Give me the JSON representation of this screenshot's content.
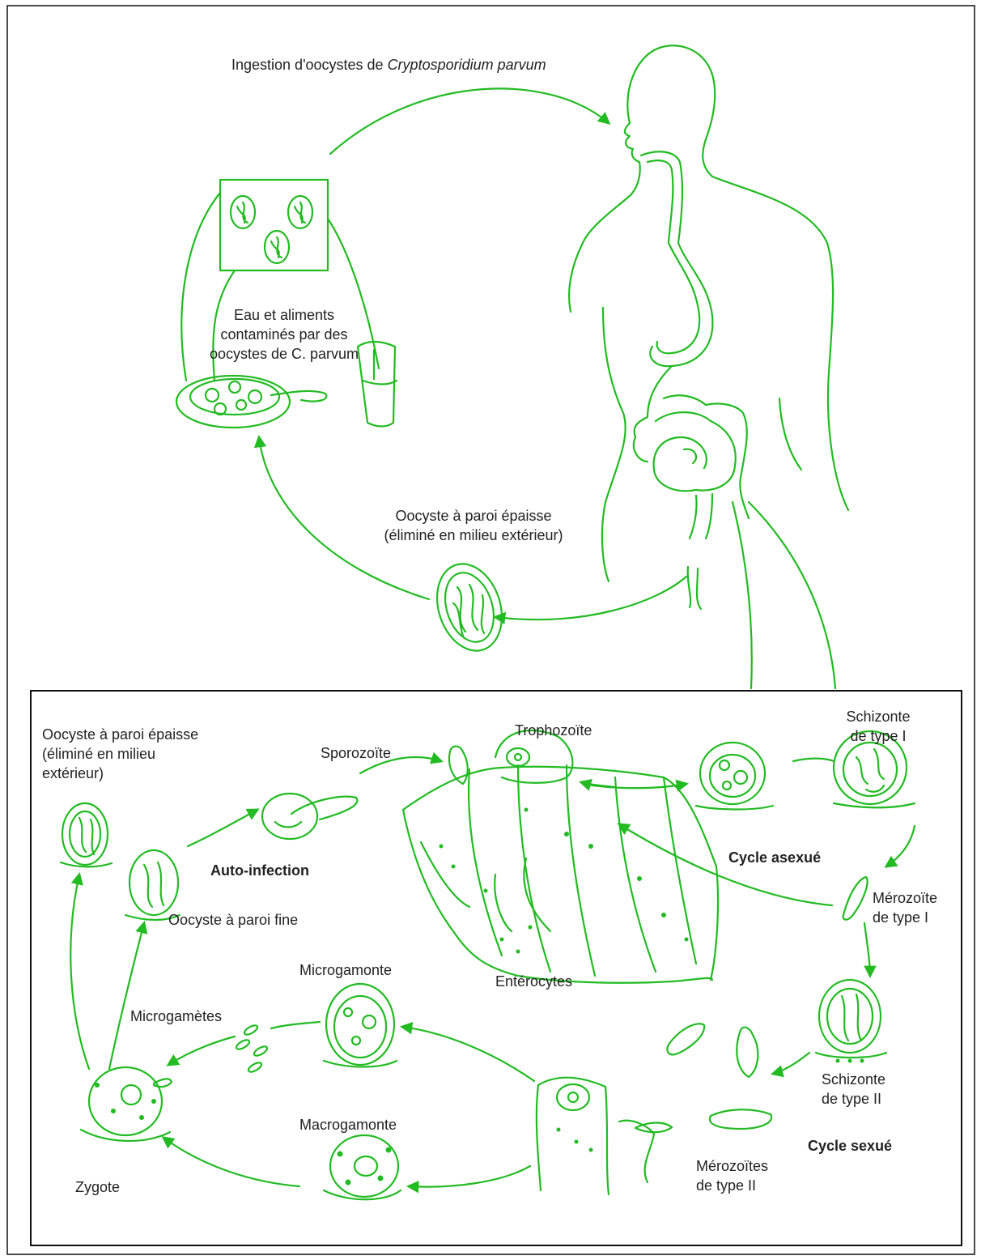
{
  "colors": {
    "line": "#22bb22",
    "text": "#222222",
    "frame": "#111111",
    "background": "#ffffff"
  },
  "top": {
    "ingestion_prefix": "Ingestion d'oocystes de ",
    "ingestion_species": "Cryptosporidium parvum",
    "contamination": [
      "Eau et aliments",
      "contaminés par des",
      "oocystes de C. parvum"
    ],
    "thick_oocyst": [
      "Oocyste à paroi épaisse",
      "(éliminé en milieu extérieur)"
    ]
  },
  "bottom": {
    "thick_oocyst": [
      "Oocyste à paroi épaisse",
      "(éliminé en milieu",
      "extérieur)"
    ],
    "sporozoite": "Sporozoïte",
    "trophozoite": "Trophozoïte",
    "schizont_1": [
      "Schizonte",
      "de type I"
    ],
    "auto_infection": "Auto-infection",
    "asexual_cycle": "Cycle asexué",
    "merozoite_1": [
      "Mérozoïte",
      "de type I"
    ],
    "thin_oocyst": "Oocyste à paroi fine",
    "enterocytes": "Entérocytes",
    "microgamont": "Microgamonte",
    "microgametes": "Microgamètes",
    "schizont_2": [
      "Schizonte",
      "de type II"
    ],
    "macrogamont": "Macrogamonte",
    "sexual_cycle": "Cycle sexué",
    "merozoites_2": [
      "Mérozoïtes",
      "de type II"
    ],
    "zygote": "Zygote"
  }
}
